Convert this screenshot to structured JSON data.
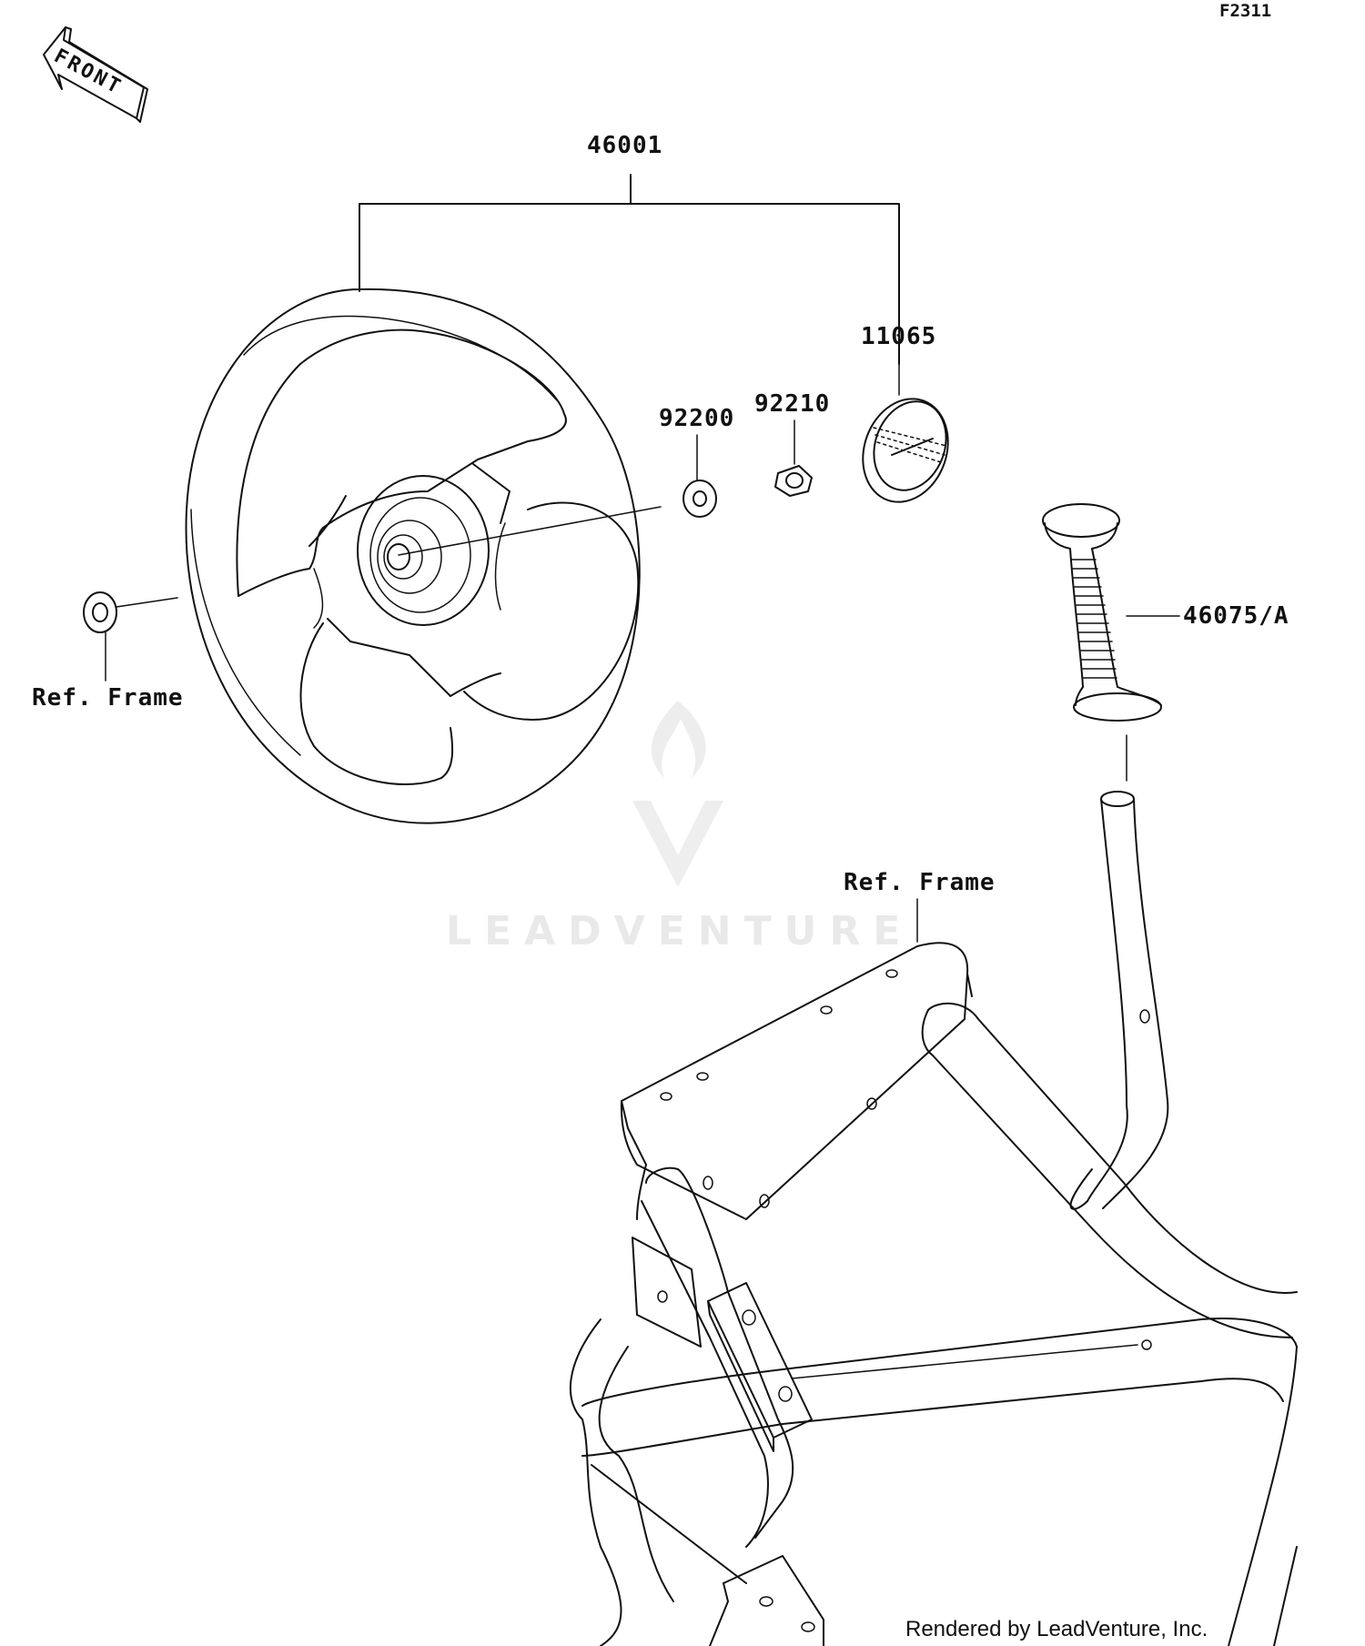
{
  "diagram_code": "F2311",
  "front_arrow_label": "FRONT",
  "parts": {
    "steering_wheel_assembly": "46001",
    "emblem": "11065",
    "washer": "92200",
    "nut": "92210",
    "grip": "46075/A"
  },
  "references": {
    "frame_left": "Ref. Frame",
    "frame_right": "Ref. Frame"
  },
  "watermark": "LEADVENTURE",
  "credit": "Rendered by LeadVenture, Inc."
}
